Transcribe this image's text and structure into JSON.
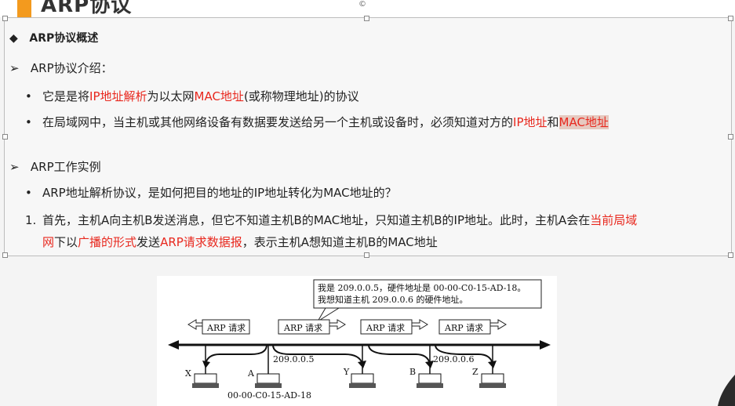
{
  "slide": {
    "title": "ARP协议",
    "header_symbol": "◆",
    "header": "ARP协议概述",
    "sec1_arrow": "➢",
    "sec1_title": "ARP协议介绍：",
    "bullet_symbol": "•",
    "b1_a": "它是是将",
    "b1_b": "IP地址解析",
    "b1_c": "为以太网",
    "b1_d": "MAC地址",
    "b1_e": "(或称物理地址)的协议",
    "b2_a": "在局域网中，当主机或其他网络设备有数据要发送给另一个主机或设备时，必须知道对方的",
    "b2_b": "IP地址",
    "b2_c": "和",
    "b2_d": "MAC地址",
    "sec2_arrow": "➢",
    "sec2_title": "ARP工作实例",
    "b3": "ARP地址解析协议，是如何把目的地址的IP地址转化为MAC地址的？",
    "num1": "1.",
    "p1_a": "首先，主机A向主机B发送消息，但它不知道主机B的MAC地址，只知道主机B的IP地址。此时，主机A会在",
    "p1_b": "当前局域",
    "p2_a": "网",
    "p2_b": "下以",
    "p2_c": "广播的形式",
    "p2_d": "发送",
    "p2_e": "ARP请求数据报",
    "p2_f": "，表示主机A想知道主机B的MAC地址"
  },
  "diagram": {
    "bubble_line1": "我是 209.0.0.5，硬件地址是 00-00-C0-15-AD-18。",
    "bubble_line2": "我想知道主机 209.0.0.6 的硬件地址。",
    "arp_request": "ARP 请求",
    "hosts": [
      "X",
      "A",
      "Y",
      "B",
      "Z"
    ],
    "ip_a": "209.0.0.5",
    "ip_b": "209.0.0.6",
    "mac_a": "00-00-C0-15-AD-18",
    "caption_icon": "©"
  },
  "colors": {
    "accent": "#f39a1e",
    "red_text": "#e8281e",
    "highlight": "#e6c9c0"
  }
}
